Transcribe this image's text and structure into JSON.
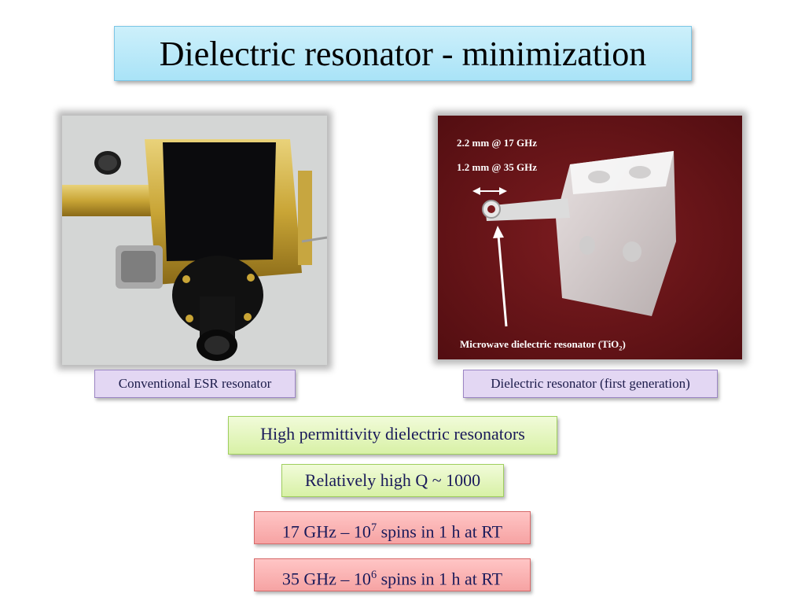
{
  "slide": {
    "title": "Dielectric resonator - minimization"
  },
  "left_figure": {
    "caption": "Conventional ESR resonator"
  },
  "right_figure": {
    "caption": "Dielectric resonator (first generation)",
    "label_17": "2.2 mm @ 17 GHz",
    "label_35": "1.2 mm @ 35 GHz",
    "arrow_label_main": "Microwave dielectric resonator (TiO",
    "arrow_label_sub": "2",
    "arrow_label_end": ")"
  },
  "points": {
    "permittivity": "High permittivity dielectric resonators",
    "q_factor": "Relatively high Q ~ 1000",
    "spins_17_prefix": "17 GHz – 10",
    "spins_17_exp": "7",
    "spins_17_suffix": " spins in 1 h at RT",
    "spins_35_prefix": "35 GHz – 10",
    "spins_35_exp": "6",
    "spins_35_suffix": " spins in 1 h at RT"
  },
  "colors": {
    "title_bg": "#a9e3f7",
    "caption_bg": "#e3d7f3",
    "green_bg": "#d8f1a6",
    "red_bg": "#f6a3a3"
  }
}
